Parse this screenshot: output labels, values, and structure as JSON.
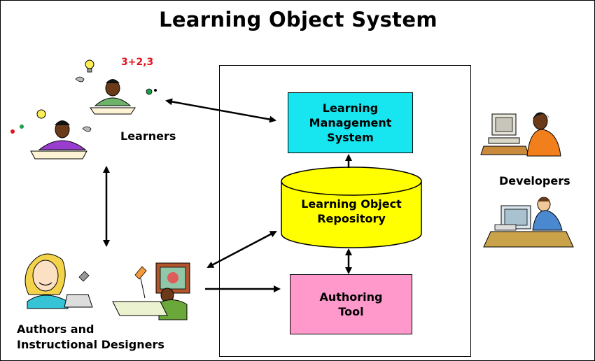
{
  "title": "Learning Object System",
  "actors": {
    "learners": "Learners",
    "developers": "Developers",
    "authors_line1": "Authors and",
    "authors_line2": "Instructional Designers"
  },
  "components": {
    "lms": [
      "Learning",
      "Management",
      "System"
    ],
    "repository": [
      "Learning Object",
      "Repository"
    ],
    "authoring_tool": [
      "Authoring",
      "Tool"
    ]
  },
  "colors": {
    "lms_fill": "#17E5F0",
    "repository_fill": "#FFFF00",
    "authoring_fill": "#FF99CC",
    "arrow": "#000000"
  },
  "clipart": {
    "learner_1": "student-reading-with-ideas-icon",
    "learner_2": "student-reading-with-bulb-icon",
    "author": "smiling-woman-writing-icon",
    "instructional_designer": "man-drawing-at-desk-icon",
    "developer_1": "woman-at-computer-on-phone-icon",
    "developer_2": "man-at-computer-desk-icon"
  },
  "learner_math_doodle": "3+2,3"
}
